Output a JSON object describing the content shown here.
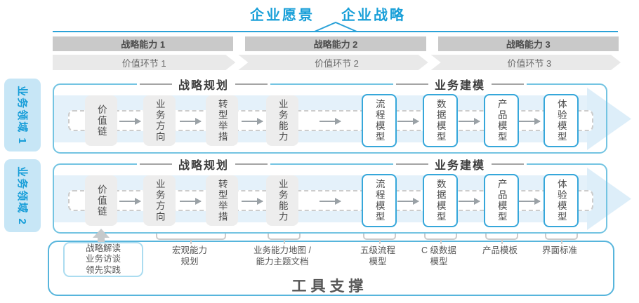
{
  "header": {
    "vision": "企业愿景",
    "strategy": "企业战略"
  },
  "capabilities": [
    "战略能力 1",
    "战略能力 2",
    "战略能力 3"
  ],
  "value_links": [
    "价值环节 1",
    "价值环节 2",
    "价值环节 3"
  ],
  "domains": [
    "业务领域 1",
    "业务领域 2"
  ],
  "row_sections": {
    "planning": "战略规划",
    "modeling": "业务建模"
  },
  "planning_steps": [
    "价值链",
    "业务方向",
    "转型举措",
    "业务能力"
  ],
  "modeling_steps": [
    "流程模型",
    "数据模型",
    "产品模型",
    "体验模型"
  ],
  "inputs_box": "战略解读\n业务访谈\n领先实践",
  "deliverables": [
    "宏观能力\n规划",
    "业务能力地图 /\n能力主题文档",
    "五级流程\n模型",
    "C 级数据\n模型",
    "产品模板",
    "界面标准"
  ],
  "tool_support": "工具支撑",
  "colors": {
    "accent_blue": "#189fd8",
    "panel_border": "#74c4e2",
    "model_box_border": "#36a7da",
    "band_blue": "#e4f1fa",
    "bar_gray": "#c9c9c9",
    "chevron_gray": "#e9e9e9",
    "step_box_gray": "#ededed",
    "tool_border": "#57b5dc"
  }
}
